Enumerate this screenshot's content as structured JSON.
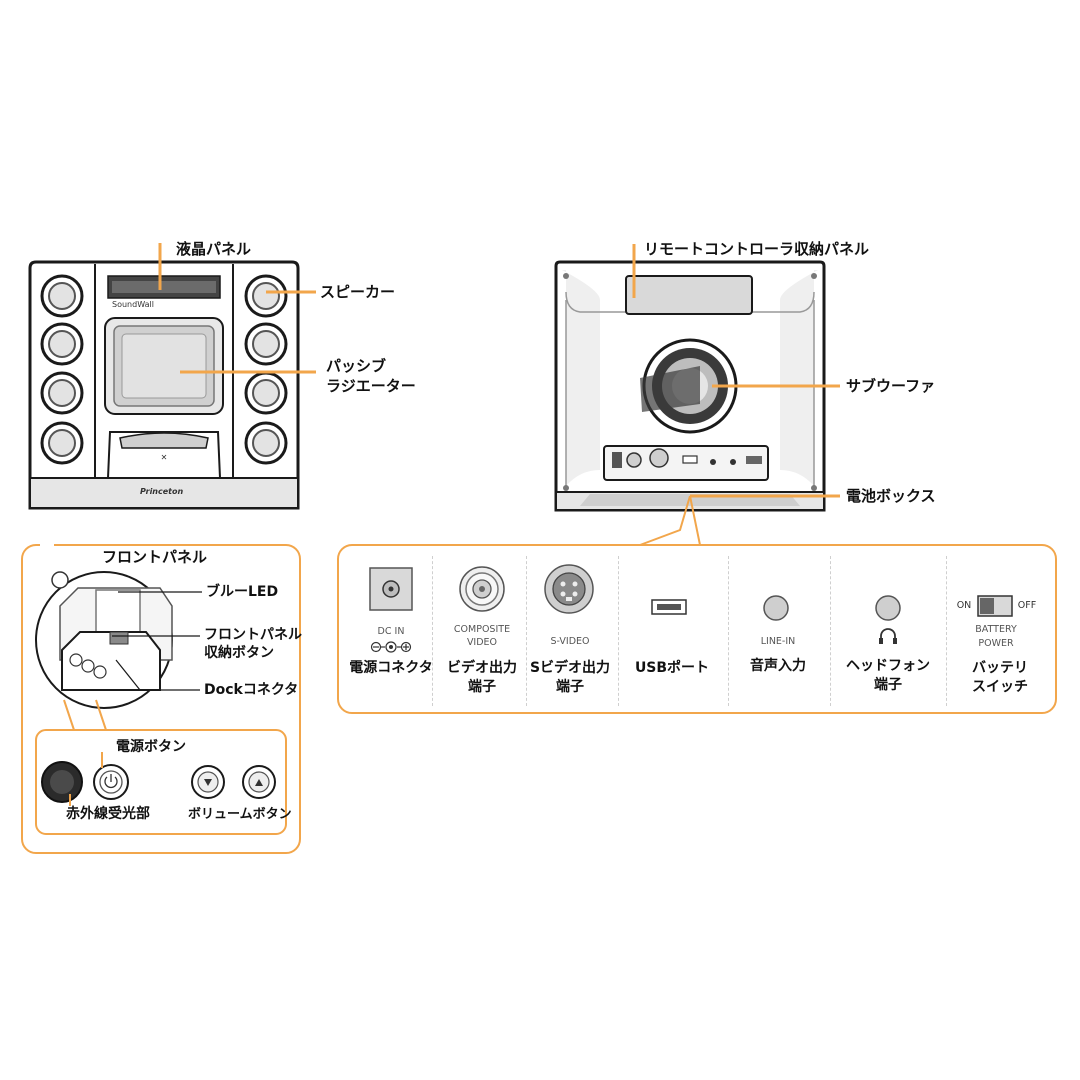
{
  "colors": {
    "accent": "#f2a64b",
    "line": "#1a1a1a",
    "body": "#d9d9d9"
  },
  "front": {
    "lcd_label": "液晶パネル",
    "speaker_label": "スピーカー",
    "radiator_label_1": "パッシブ",
    "radiator_label_2": "ラジエーター",
    "logo": "SoundWall",
    "brand": "Princeton"
  },
  "back": {
    "remote_label": "リモートコントローラ収納パネル",
    "subwoofer_label": "サブウーファ",
    "battery_box_label": "電池ボックス"
  },
  "front_panel": {
    "title": "フロントパネル",
    "blue_led": "ブルーLED",
    "panel_button_1": "フロントパネル",
    "panel_button_2": "収納ボタン",
    "dock": "Dockコネクタ",
    "power_button": "電源ボタン",
    "ir_receiver": "赤外線受光部",
    "volume_buttons": "ボリュームボタン"
  },
  "rear_ports": [
    {
      "icon": "dc-jack-icon",
      "small": "DC IN",
      "label_1": "電源コネクタ",
      "label_2": ""
    },
    {
      "icon": "composite-jack-icon",
      "small": "COMPOSITE",
      "small2": "VIDEO",
      "label_1": "ビデオ出力",
      "label_2": "端子"
    },
    {
      "icon": "s-video-jack-icon",
      "small": "S-VIDEO",
      "label_1": "Sビデオ出力",
      "label_2": "端子"
    },
    {
      "icon": "usb-port-icon",
      "small": "",
      "label_1": "USBポート",
      "label_2": ""
    },
    {
      "icon": "line-in-jack-icon",
      "small": "LINE-IN",
      "label_1": "音声入力",
      "label_2": ""
    },
    {
      "icon": "headphone-jack-icon",
      "small": "",
      "label_1": "ヘッドフォン",
      "label_2": "端子"
    },
    {
      "icon": "battery-switch-icon",
      "small": "BATTERY",
      "small2": "POWER",
      "on": "ON",
      "off": "OFF",
      "label_1": "バッテリ",
      "label_2": "スイッチ"
    }
  ]
}
